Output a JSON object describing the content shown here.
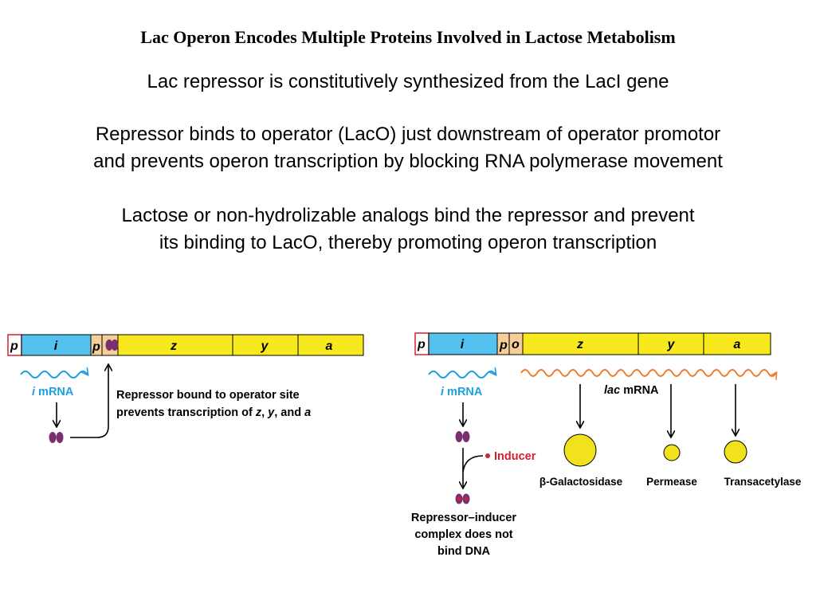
{
  "slide": {
    "title": "Lac Operon Encodes Multiple Proteins Involved in Lactose Metabolism",
    "lines": [
      "Lac repressor is constitutively synthesized from the LacI gene",
      "Repressor binds to operator (LacO) just downstream of operator promotor",
      "and prevents operon transcription by blocking RNA polymerase movement",
      "Lactose or non-hydrolizable analogs bind the repressor and prevent",
      "its binding to LacO, thereby promoting operon transcription"
    ]
  },
  "left_panel": {
    "genes": {
      "p": "p",
      "i": "i",
      "p2": "p",
      "z": "z",
      "y": "y",
      "a": "a"
    },
    "mrna_label": {
      "prefix": "i",
      "suffix": " mRNA"
    },
    "caption_line1": "Repressor bound to operator site",
    "caption_line2_prefix": "prevents transcription of ",
    "caption_z": "z",
    "caption_sep1": ", ",
    "caption_y": "y",
    "caption_sep2": ", and ",
    "caption_a": "a"
  },
  "right_panel": {
    "genes": {
      "p": "p",
      "i": "i",
      "p2": "p",
      "o": "o",
      "z": "z",
      "y": "y",
      "a": "a"
    },
    "mrna_label": {
      "prefix": "i",
      "suffix": " mRNA"
    },
    "lac_mrna_label": {
      "prefix": "lac",
      "suffix": " mRNA"
    },
    "inducer_label": "Inducer",
    "complex_line1": "Repressor–inducer",
    "complex_line2": "complex does not",
    "complex_line3": "bind DNA",
    "proteins": [
      "β-Galactosidase",
      "Permease",
      "Transacetylase"
    ]
  },
  "colors": {
    "promoter": "#ffffff",
    "i_gene": "#55c1ee",
    "p_operator": "#f6ce98",
    "operon": "#f8e81e",
    "mrna_i": "#1e9fe0",
    "mrna_lac": "#f07e2f",
    "repressor": "#7a2f6e",
    "inducer_red": "#d8202a",
    "protein": "#f2e21c"
  }
}
